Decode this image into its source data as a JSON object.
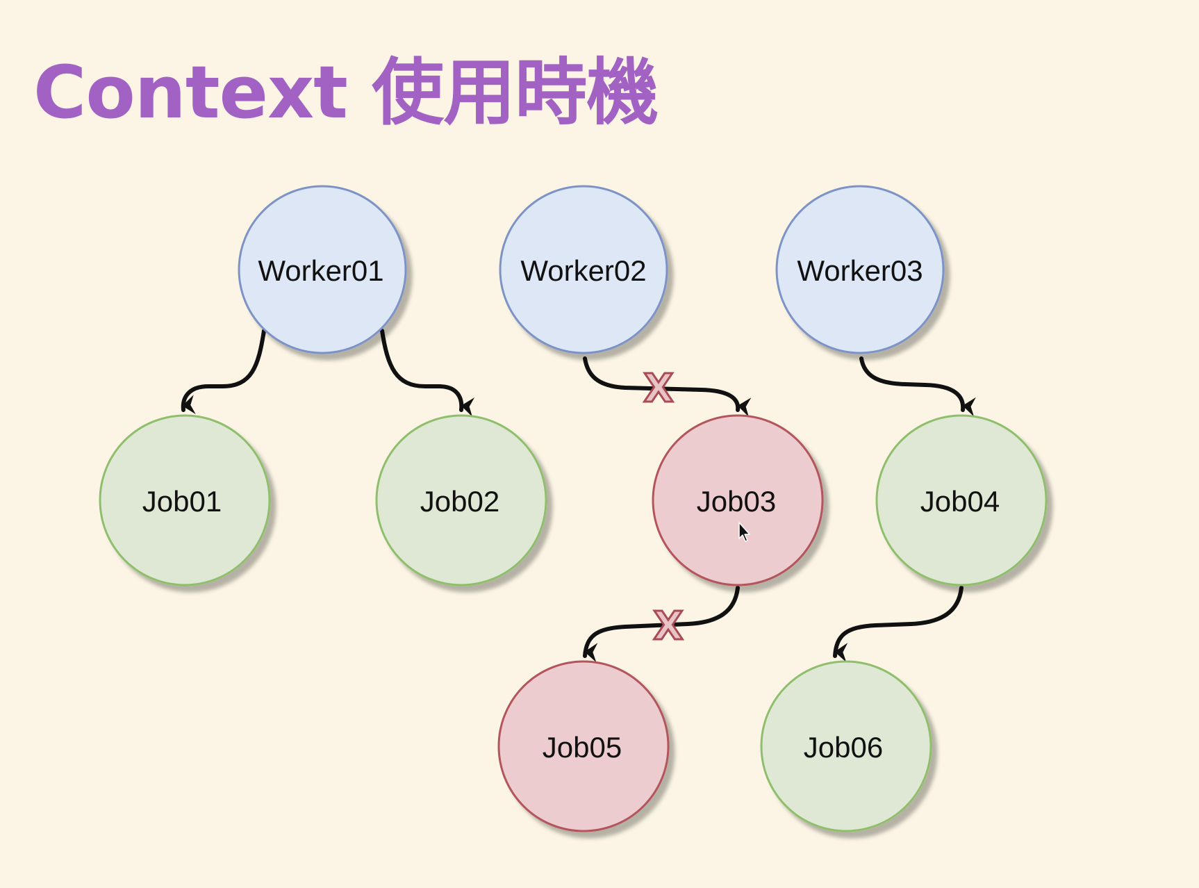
{
  "title": {
    "latin": "Context",
    "cjk": "使用時機"
  },
  "colors": {
    "background": "#fcf5e5",
    "title": "#a262c4",
    "worker_fill": "#dde7f5",
    "worker_stroke": "#7d93c7",
    "job_ok_fill": "#dfe8d4",
    "job_ok_stroke": "#8fbf6c",
    "job_cancelled_fill": "#ecccce",
    "job_cancelled_stroke": "#b2545c"
  },
  "nodes": [
    {
      "id": "worker01",
      "label": "Worker01",
      "kind": "worker"
    },
    {
      "id": "worker02",
      "label": "Worker02",
      "kind": "worker"
    },
    {
      "id": "worker03",
      "label": "Worker03",
      "kind": "worker"
    },
    {
      "id": "job01",
      "label": "Job01",
      "kind": "job",
      "status": "running"
    },
    {
      "id": "job02",
      "label": "Job02",
      "kind": "job",
      "status": "running"
    },
    {
      "id": "job03",
      "label": "Job03",
      "kind": "job",
      "status": "cancelled"
    },
    {
      "id": "job04",
      "label": "Job04",
      "kind": "job",
      "status": "running"
    },
    {
      "id": "job05",
      "label": "Job05",
      "kind": "job",
      "status": "cancelled"
    },
    {
      "id": "job06",
      "label": "Job06",
      "kind": "job",
      "status": "running"
    }
  ],
  "edges": [
    {
      "from": "worker01",
      "to": "job01",
      "cancelled": false
    },
    {
      "from": "worker01",
      "to": "job02",
      "cancelled": false
    },
    {
      "from": "worker02",
      "to": "job03",
      "cancelled": true
    },
    {
      "from": "worker03",
      "to": "job04",
      "cancelled": false
    },
    {
      "from": "job03",
      "to": "job05",
      "cancelled": true
    },
    {
      "from": "job04",
      "to": "job06",
      "cancelled": false
    }
  ],
  "cancel_mark": {
    "text": "X",
    "icon": "cancel-x-icon"
  },
  "cursor": {
    "icon": "mouse-pointer-icon",
    "over": "job03"
  }
}
